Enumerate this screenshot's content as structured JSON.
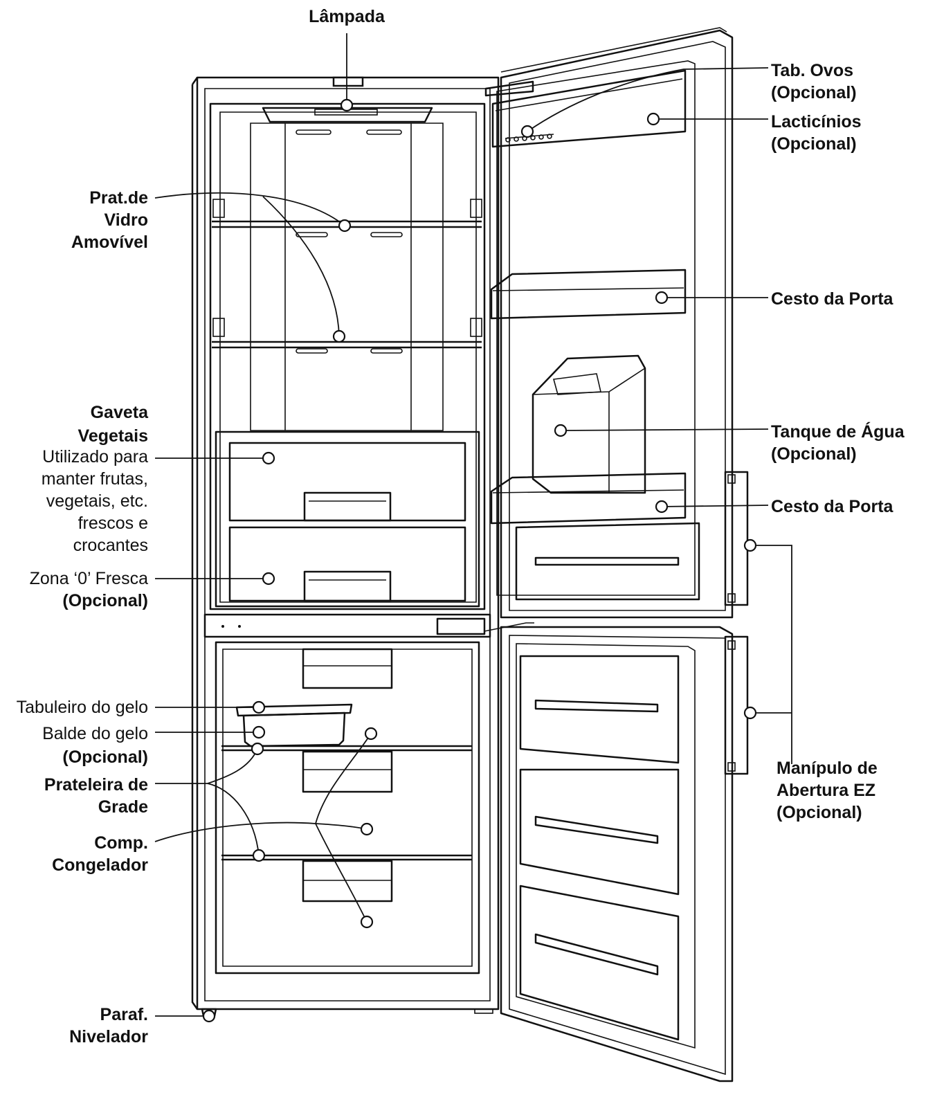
{
  "labels": {
    "lampada": "Lâmpada",
    "tab_ovos": "Tab. Ovos",
    "tab_ovos_opt": "(Opcional)",
    "lacticinios": "Lacticínios",
    "lacticinios_opt": "(Opcional)",
    "prat_vidro_1": "Prat.de",
    "prat_vidro_2": "Vidro",
    "prat_vidro_3": "Amovível",
    "cesto_porta_1": "Cesto da Porta",
    "gaveta_1": "Gaveta",
    "gaveta_2": "Vegetais",
    "gaveta_desc_1": "Utilizado para",
    "gaveta_desc_2": "manter frutas,",
    "gaveta_desc_3": "vegetais, etc.",
    "gaveta_desc_4": "frescos e",
    "gaveta_desc_5": "crocantes",
    "tanque_1": "Tanque de Água",
    "tanque_opt": "(Opcional)",
    "cesto_porta_2": "Cesto da Porta",
    "zona_1": "Zona ‘0’ Fresca",
    "zona_opt": "(Opcional)",
    "tabuleiro": "Tabuleiro do gelo",
    "balde_1": "Balde do gelo",
    "balde_opt": "(Opcional)",
    "prateleira_1": "Prateleira de",
    "prateleira_2": "Grade",
    "comp_1": "Comp.",
    "comp_2": "Congelador",
    "manipulo_1": "Manípulo de",
    "manipulo_2": "Abertura EZ",
    "manipulo_opt": "(Opcional)",
    "paraf_1": "Paraf.",
    "paraf_2": "Nivelador"
  },
  "colors": {
    "line": "#111111",
    "background": "#ffffff"
  }
}
